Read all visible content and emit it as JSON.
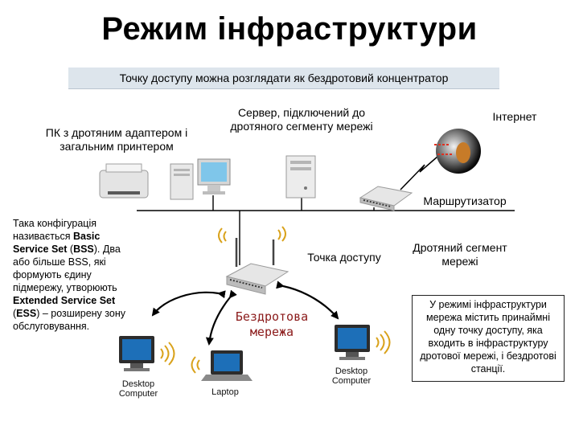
{
  "title": "Режим інфраструктури",
  "subtitle": "Точку доступу можна розглядати як бездротовий концентратор",
  "labels": {
    "pc": "ПК з дротяним адаптером і загальним принтером",
    "server": "Сервер, підключений до дротяного сегменту мережі",
    "internet": "Інтернет",
    "router": "Маршрутизатор",
    "access_point": "Точка доступу",
    "wired_segment": "Дротяний сегмент мережі",
    "wireless_network": "Бездротова мережа",
    "desktop_left": "Desktop Computer",
    "desktop_right": "Desktop Computer",
    "laptop": "Laptop"
  },
  "description": {
    "p1": "Така конфігурація називається ",
    "bss_name": "Basic Service Set",
    "p2": " (",
    "bss_abbr": "BSS",
    "p3": "). Два або більше BSS, які формують єдину підмережу, утворюють ",
    "ess_name": "Extended Service Set",
    "p4": " (",
    "ess_abbr": "ESS",
    "p5": ") – розширену зону обслуговування."
  },
  "note": "У режимі інфраструктури мережа містить принаймні одну точку доступу, яка входить в інфраструктуру дротової мережі, і бездротові станції.",
  "colors": {
    "subtitle_bg": "#dde5ec",
    "wireless_text": "#8b1a1a",
    "wave": "#d9a21b",
    "monitor_screen": "#1d6fb8"
  }
}
